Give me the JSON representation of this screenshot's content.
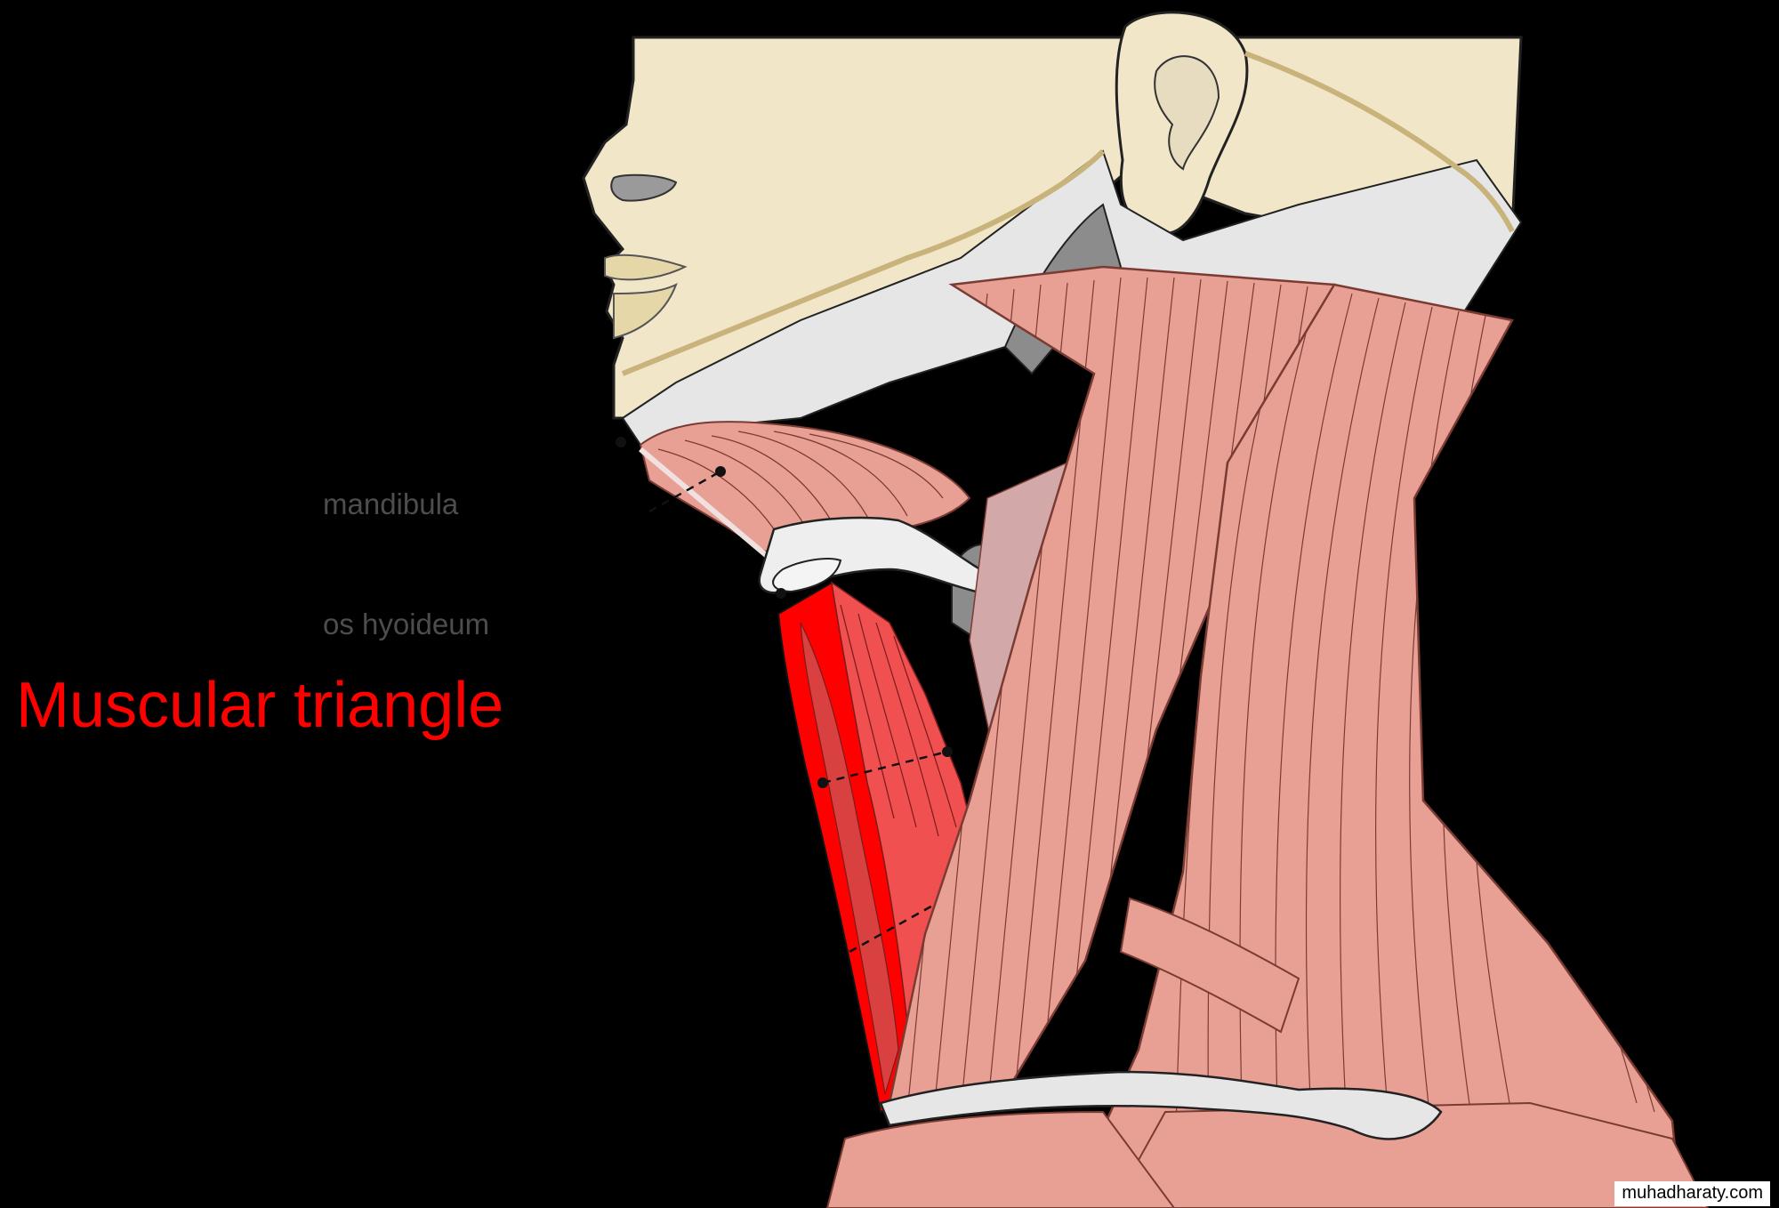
{
  "labels": {
    "mandibula": "mandibula",
    "hyoid": "os hyoideum",
    "title": "Muscular triangle"
  },
  "watermark": "muhadharaty.com",
  "colors": {
    "background": "#000000",
    "skin": "#f2e6c9",
    "fascia": "#e6e6e6",
    "muscle": "#e8a094",
    "muscle_line": "#7a3b33",
    "highlight": "#ff0000",
    "highlight_mid": "#f05050",
    "gray_space": "#8c8c8c",
    "label_gray": "#4d4d4d"
  }
}
